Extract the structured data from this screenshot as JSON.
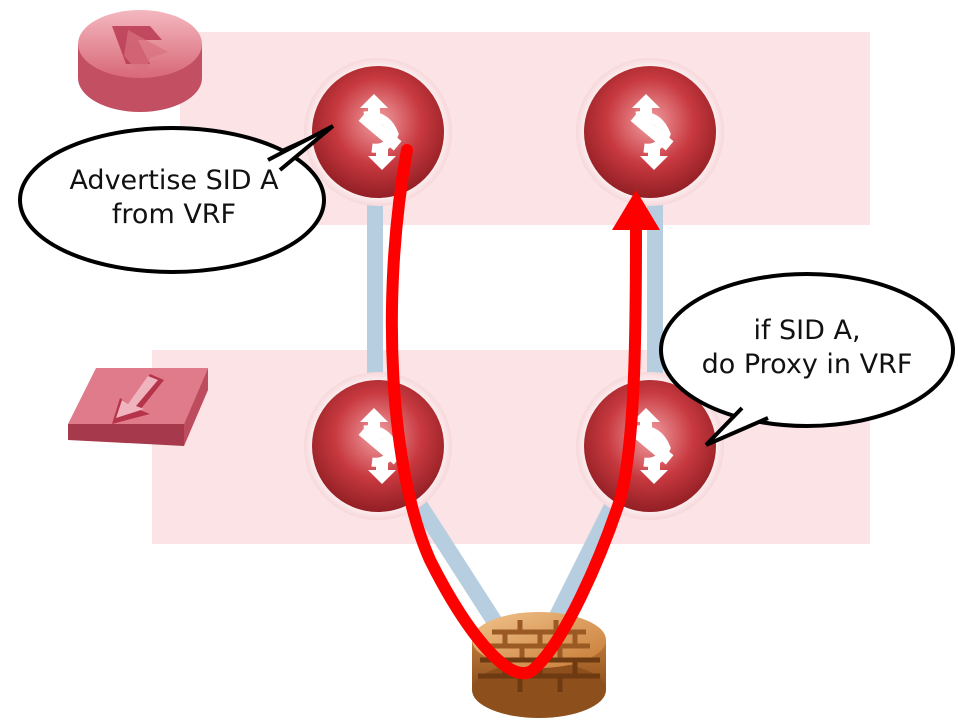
{
  "diagram": {
    "callouts": {
      "left": {
        "line1": "Advertise SID A",
        "line2": "from VRF"
      },
      "right": {
        "line1": "if SID A,",
        "line2": "do Proxy in VRF"
      }
    },
    "icons": {
      "top_left_device": "router-icon",
      "level_marker": "down-arrow-switch-icon",
      "nodes": "router-icon",
      "bottom_device": "firewall-icon"
    },
    "colors": {
      "band": "#fbe3e6",
      "node": "#c23a3f",
      "link": "#b7cde0",
      "path": "#ff0000",
      "firewall": "#d99a55"
    }
  }
}
